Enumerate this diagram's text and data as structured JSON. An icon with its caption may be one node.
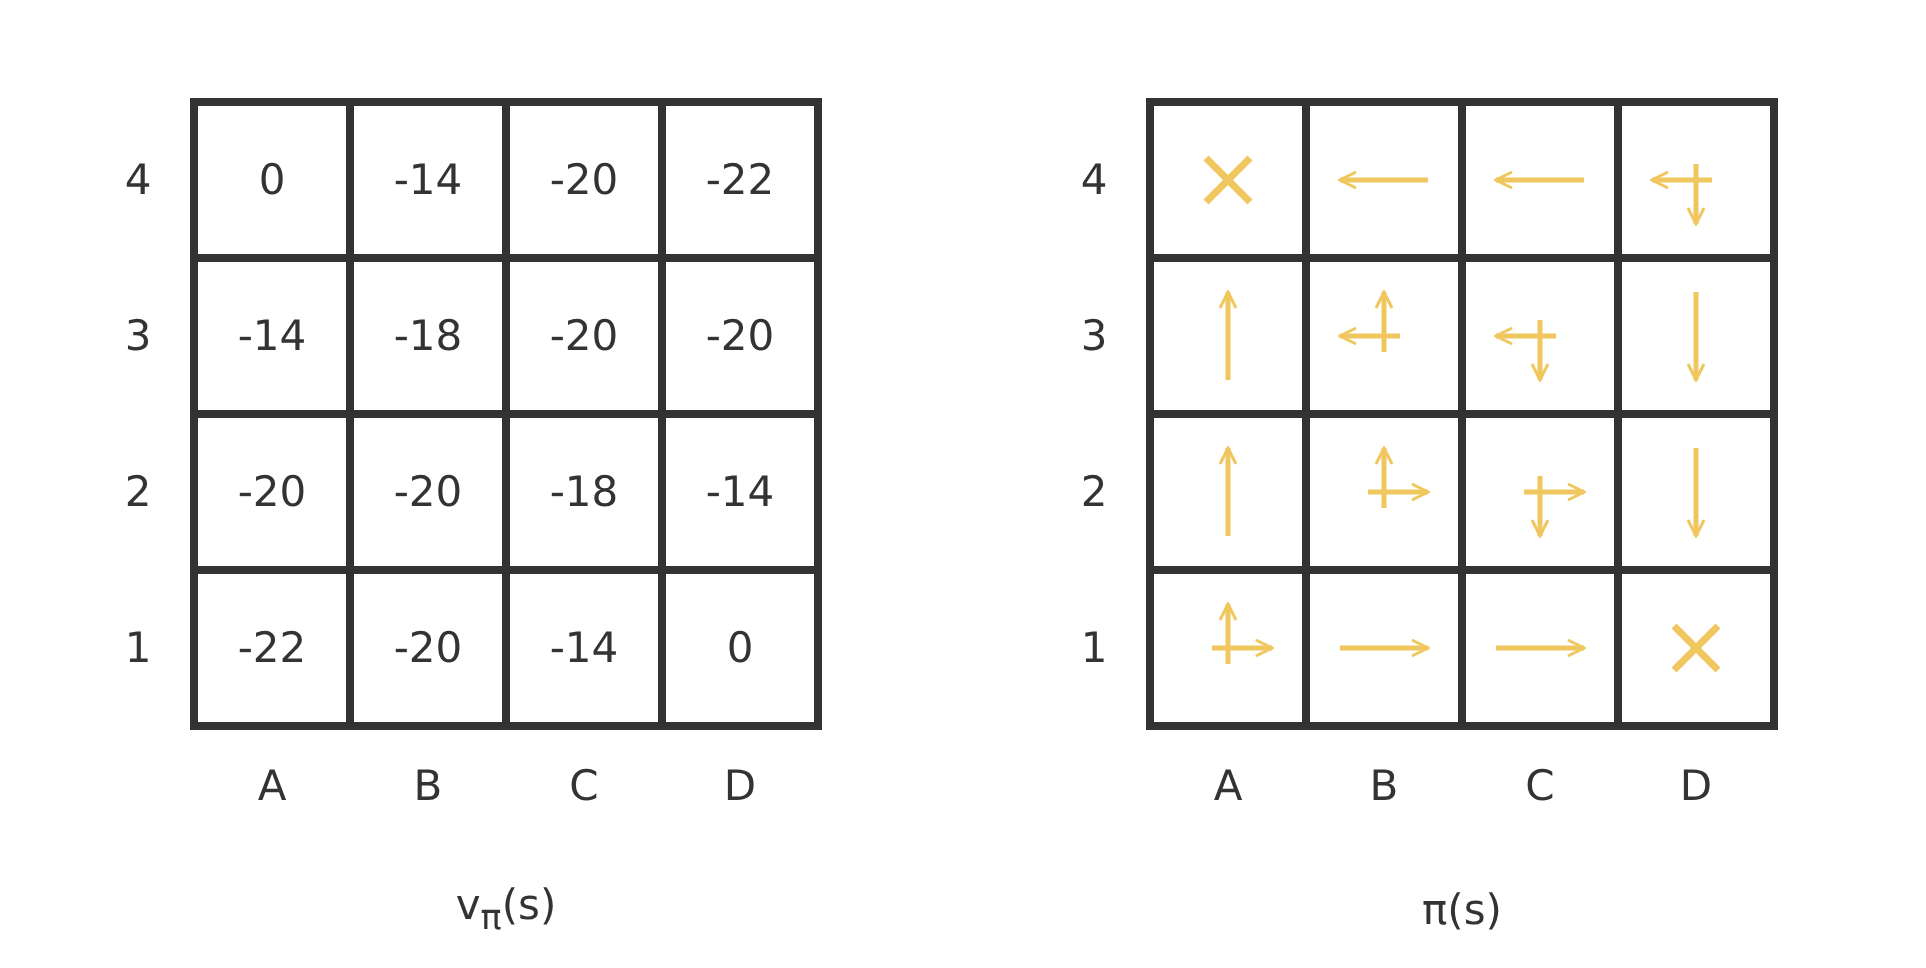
{
  "diagram": {
    "labels": [
      "4",
      "0",
      "-14",
      "-20",
      "-22",
      "4",
      "3",
      "-14",
      "-18",
      "-20",
      "-20",
      "3",
      "2",
      "-20",
      "-20",
      "-18",
      "-14",
      "2",
      "1",
      "-22",
      "-20",
      "-14",
      "0",
      "1",
      "A",
      "B",
      "C",
      "D",
      "A",
      "B",
      "C",
      "D",
      "v$_{π}$(s)",
      "π(s)"
    ]
  }
}
